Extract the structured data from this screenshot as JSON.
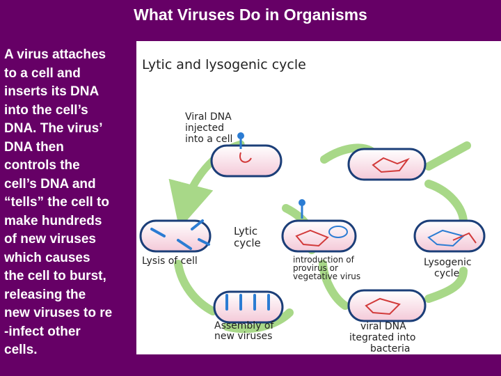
{
  "slide": {
    "title": "What Viruses Do in Organisms",
    "body": "A virus attaches\nto a cell and\ninserts its DNA\ninto the cell’s\nDNA.  The virus’\nDNA then\ncontrols the\ncell’s DNA and\n“tells” the cell to\nmake hundreds\nof new viruses\nwhich causes\nthe cell to burst,\nreleasing the\nnew viruses to re\n-infect other\ncells."
  },
  "diagram": {
    "title": "Lytic and lysogenic cycle",
    "labels": {
      "injected": [
        "Viral DNA",
        "injected",
        "into a cell"
      ],
      "lytic": [
        "Lytic",
        "cycle"
      ],
      "lysis": "Lysis of cell",
      "intro": [
        "introduction of",
        "provirus or",
        "vegetative virus"
      ],
      "lysogenic": [
        "Lysogenic",
        "cycle"
      ],
      "assembly": [
        "Assembly of",
        "new viruses"
      ],
      "integrated": [
        "viral DNA",
        "itegrated into",
        "bacteria"
      ]
    },
    "colors": {
      "arrow": "#a8d888",
      "cell_fill": "#fbe3ec",
      "cell_border": "#1b3e78",
      "dna": "#d23a3a",
      "virus": "#2b7cd3",
      "background": "#660066"
    }
  }
}
